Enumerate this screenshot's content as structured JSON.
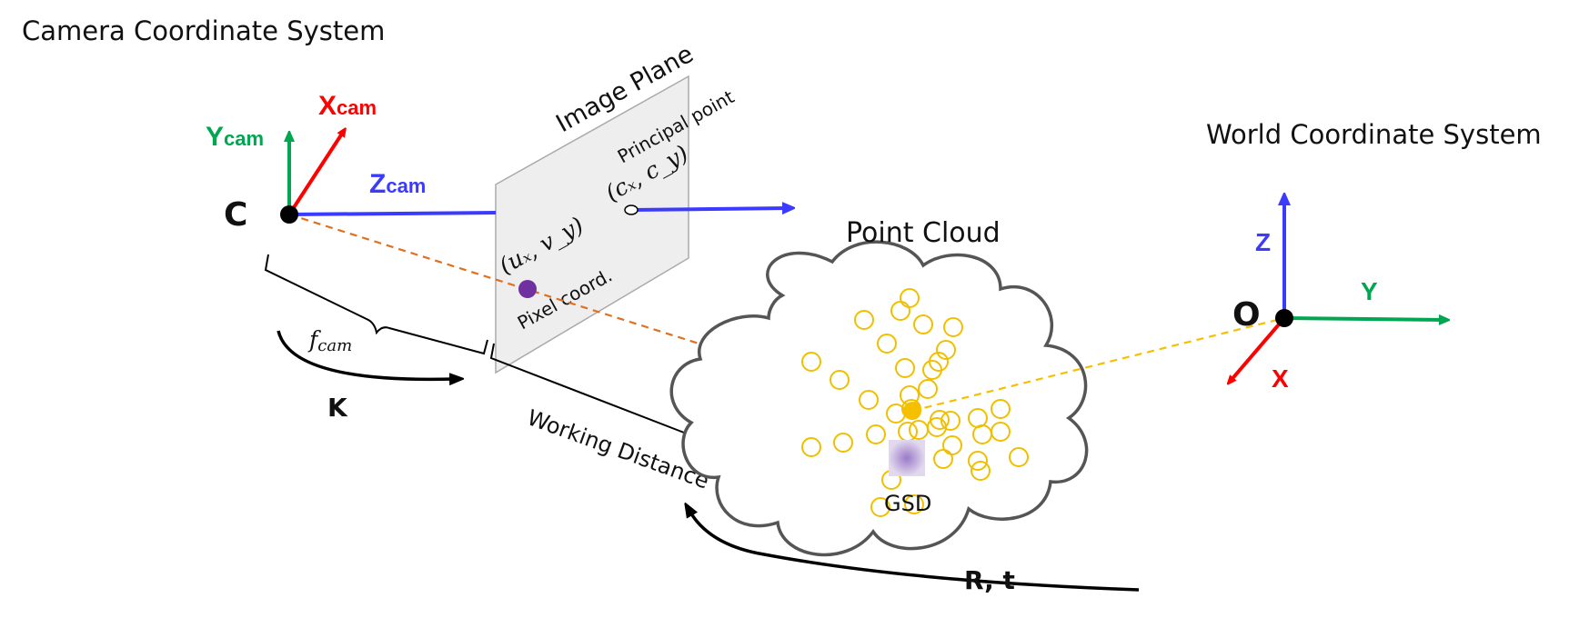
{
  "titles": {
    "camera_system": "Camera Coordinate System",
    "world_system": "World Coordinate System"
  },
  "camera_axes": {
    "origin": "C",
    "x_label": "X",
    "x_sub": "cam",
    "y_label": "Y",
    "y_sub": "cam",
    "z_label": "Z",
    "z_sub": "cam"
  },
  "world_axes": {
    "origin": "O",
    "x_label": "X",
    "y_label": "Y",
    "z_label": "Z"
  },
  "image_plane": {
    "title": "Image Plane",
    "principal_point_label": "Principal point",
    "principal_point_coords": "(cₓ, c_y)",
    "pixel_coords": "(uₓ, v_y)",
    "pixel_label": "Pixel coord."
  },
  "point_cloud": {
    "title": "Point Cloud",
    "gsd_label": "GSD"
  },
  "distances": {
    "focal_length": "f",
    "focal_sub": "cam",
    "working_distance": "Working Distance"
  },
  "transforms": {
    "intrinsics": "K",
    "extrinsics": "R, t"
  },
  "colors": {
    "x_axis": "#ff0000",
    "y_axis": "#00a650",
    "z_axis": "#3b3bff",
    "ray": "#e07020",
    "world_ray": "#f5c000",
    "cloud_points": "#f0c000",
    "pixel_dot": "#7030a0",
    "plane_fill": "#eeeeee",
    "cloud_outline": "#555555"
  }
}
